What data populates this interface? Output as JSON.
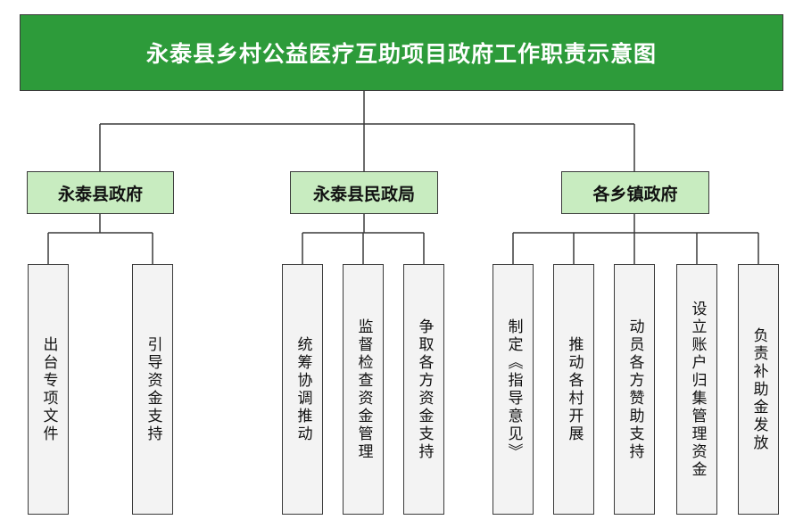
{
  "diagram": {
    "title": "永泰县乡村公益医疗互助项目政府工作职责示意图",
    "departments": [
      {
        "name": "永泰县政府",
        "duties": [
          "出台专项文件",
          "引导资金支持"
        ]
      },
      {
        "name": "永泰县民政局",
        "duties": [
          "统筹协调推动",
          "监督检查资金管理",
          "争取各方资金支持"
        ]
      },
      {
        "name": "各乡镇政府",
        "duties": [
          "制定《指导意见》",
          "推动各村开展",
          "动员各方赞助支持",
          "设立账户归集管理资金",
          "负责补助金发放"
        ]
      }
    ],
    "colors": {
      "title_fill": "#2d9b3a",
      "department_fill": "#c8ecc0",
      "duty_fill": "#f3f3f3",
      "line": "#3a3a3a"
    }
  }
}
